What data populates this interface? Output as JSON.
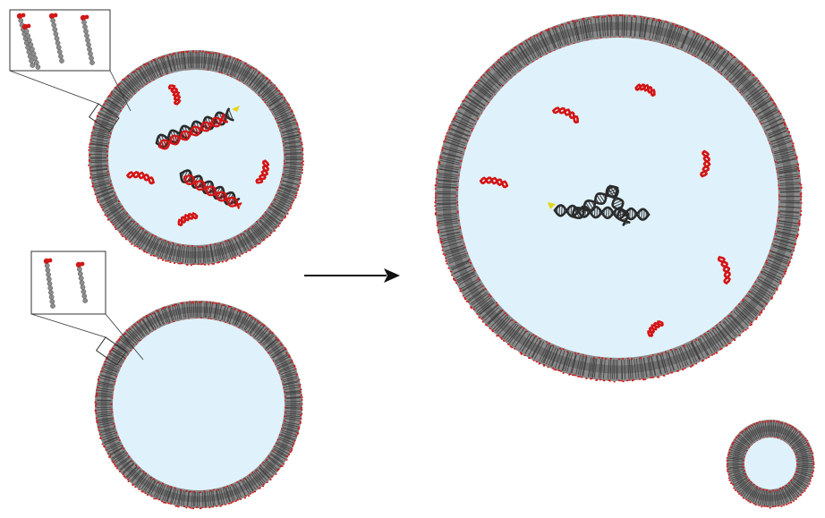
{
  "figure": {
    "description_items": [],
    "colors": {
      "background": "#ffffff",
      "lumen": "#dff2fb",
      "lipid_tail": "#6e6e6e",
      "lipid_tail_dark": "#3a3a3a",
      "lipid_head": "#d01818",
      "rna_strand": "#d41414",
      "template_strand": "#2b2b2b",
      "primer_tip": "#e6d21a",
      "arrow": "#111111",
      "inset_border": "#333333"
    },
    "icons": {
      "arrow": "right-arrow-icon",
      "lipid_inset": "lipid-molecule-icon"
    },
    "panels": [
      "vesicle-with-nucleic-acids",
      "empty-vesicle",
      "fused-large-vesicle",
      "small-daughter-vesicle"
    ]
  }
}
